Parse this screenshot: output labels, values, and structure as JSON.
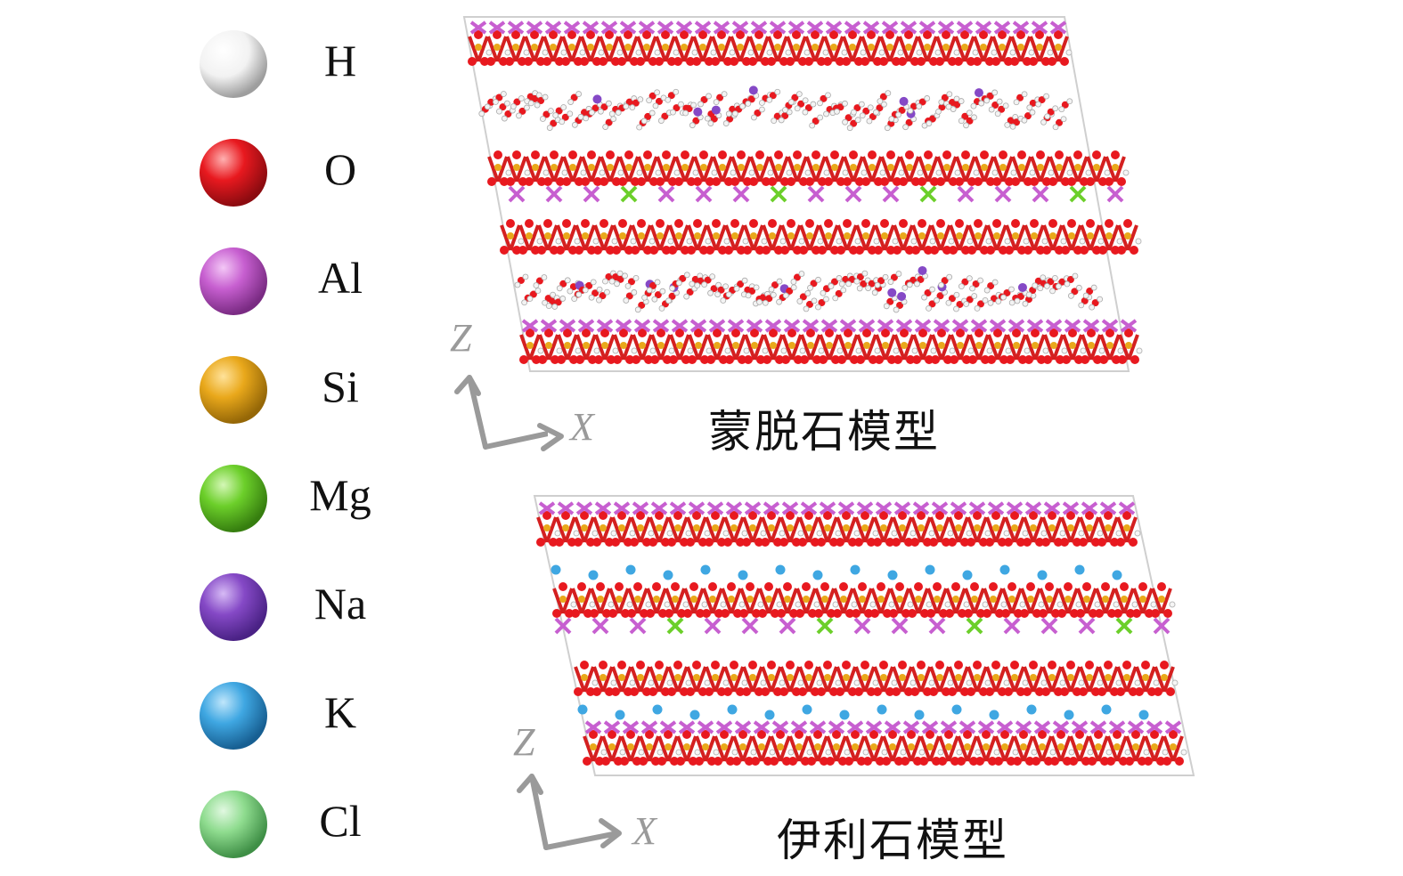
{
  "legend": {
    "items": [
      {
        "symbol": "H",
        "color": "#f2f2f2",
        "shade": "#9e9e9e"
      },
      {
        "symbol": "O",
        "color": "#e8191f",
        "shade": "#8c0b10"
      },
      {
        "symbol": "Al",
        "color": "#c75fd0",
        "shade": "#7a2b83"
      },
      {
        "symbol": "Si",
        "color": "#e9a81b",
        "shade": "#956707"
      },
      {
        "symbol": "Mg",
        "color": "#6ccf2a",
        "shade": "#367e0f"
      },
      {
        "symbol": "Na",
        "color": "#8549c6",
        "shade": "#4a2285"
      },
      {
        "symbol": "K",
        "color": "#3fa7e2",
        "shade": "#175f92"
      },
      {
        "symbol": "Cl",
        "color": "#8fdc8f",
        "shade": "#3f8f46"
      }
    ]
  },
  "montmorillonite": {
    "caption": "蒙脱石模型",
    "axis_z": "Z",
    "axis_x": "X"
  },
  "illite": {
    "caption": "伊利石模型",
    "axis_z": "Z",
    "axis_x": "X"
  }
}
